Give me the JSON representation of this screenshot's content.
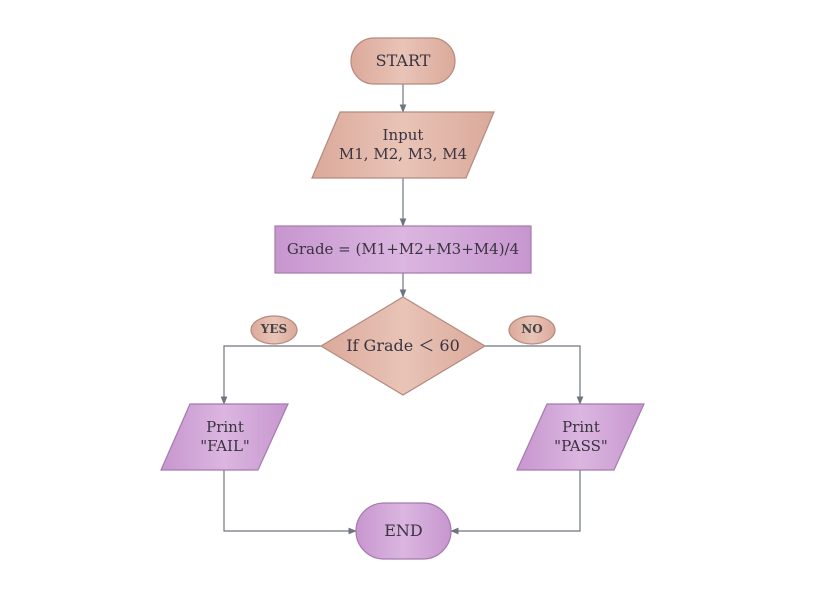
{
  "diagram": {
    "start": {
      "label": "START"
    },
    "input": {
      "line1": "Input",
      "line2": "M1, M2, M3, M4"
    },
    "process": {
      "label": "Grade = (M1+M2+M3+M4)/4"
    },
    "decision": {
      "label": "If Grade ＜ 60"
    },
    "yes_tag": {
      "label": "YES"
    },
    "no_tag": {
      "label": "NO"
    },
    "print_fail": {
      "line1": "Print",
      "line2": "\"FAIL\""
    },
    "print_pass": {
      "line1": "Print",
      "line2": "\"PASS\""
    },
    "end": {
      "label": "END"
    }
  },
  "colors": {
    "salmon_fill": "#dfb09f",
    "salmon_stroke": "#b48a7e",
    "purple_fill": "#cfa0d6",
    "purple_stroke": "#a57aae",
    "connector": "#6f7480"
  }
}
